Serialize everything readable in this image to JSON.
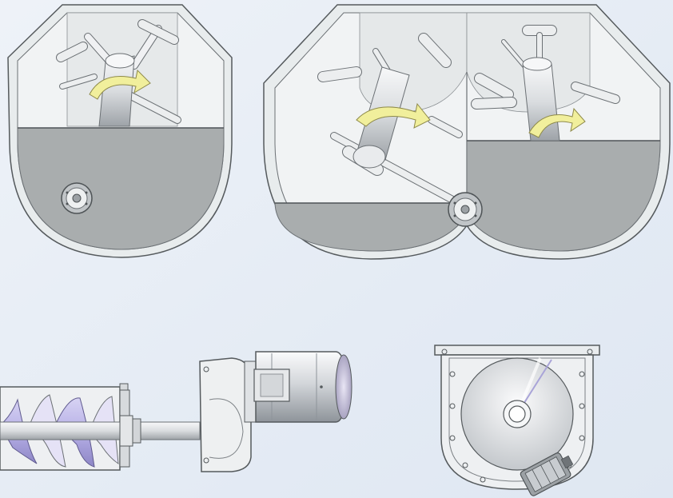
{
  "figure": {
    "panels": [
      {
        "name": "single-shaft-mixer-cross-section",
        "shafts": 1,
        "fill_level": "half"
      },
      {
        "name": "twin-shaft-mixer-cross-section",
        "shafts": 2,
        "fill_level": "half"
      },
      {
        "name": "screw-conveyor-with-gear-motor"
      },
      {
        "name": "rotary-valve-front-view"
      }
    ],
    "colors": {
      "background": "#e4ebf4",
      "product_fill": "#a9adae",
      "vessel_wall": "#e8eced",
      "outline": "#555a5d",
      "rotation_arrow": "#f1ef9c",
      "metal_light": "#f0f1f3",
      "metal_mid": "#c9cdd1",
      "screw_tint": "#c8c3ef"
    },
    "icons": [
      "rotation-arrow-icon",
      "discharge-valve-icon"
    ]
  }
}
